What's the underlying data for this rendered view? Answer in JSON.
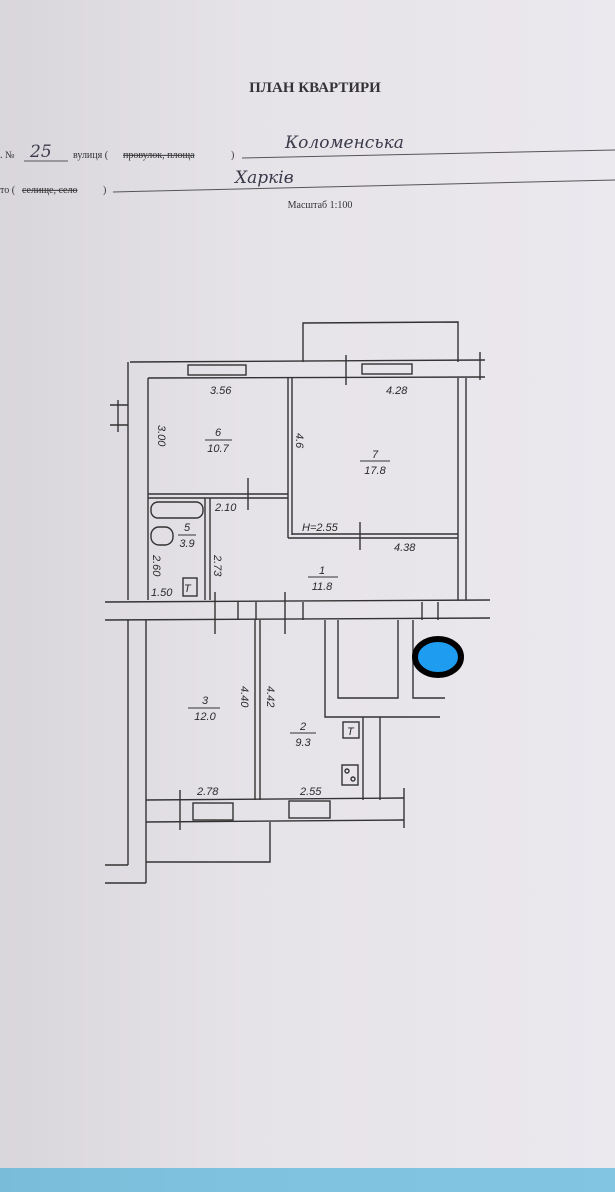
{
  "header": {
    "title": "ПЛАН КВАРТИРИ",
    "house_prefix": ". №",
    "house_number": "25",
    "street_label": "вулиця (",
    "street_struck": "провулок, площа",
    "street_label_end": ")",
    "street_value": "Коломенська",
    "city_prefix": "то (",
    "city_struck": "селище, село",
    "city_label_end": ")",
    "city_value": "Харків",
    "scale": "Масштаб 1:100"
  },
  "rooms": [
    {
      "number": "6",
      "area": "10.7"
    },
    {
      "number": "7",
      "area": "17.8"
    },
    {
      "number": "5",
      "area": "3.9"
    },
    {
      "number": "1",
      "area": "11.8"
    },
    {
      "number": "3",
      "area": "12.0"
    },
    {
      "number": "2",
      "area": "9.3"
    }
  ],
  "dimensions": {
    "d356": "3.56",
    "d428": "4.28",
    "d300": "3.00",
    "d46": "4.6",
    "d210": "2.10",
    "h": "H=2.55",
    "d438": "4.38",
    "d260": "2.60",
    "d273": "2.73",
    "d150": "1.50",
    "d440": "4.40",
    "d442": "4.42",
    "d278": "2.78",
    "d255": "2.55"
  },
  "symbols": {
    "t1": "T",
    "t2": "T"
  },
  "colors": {
    "marker_fill": "#1e9cf0",
    "marker_stroke": "#000000",
    "sleeve": "#2aa7d8"
  }
}
